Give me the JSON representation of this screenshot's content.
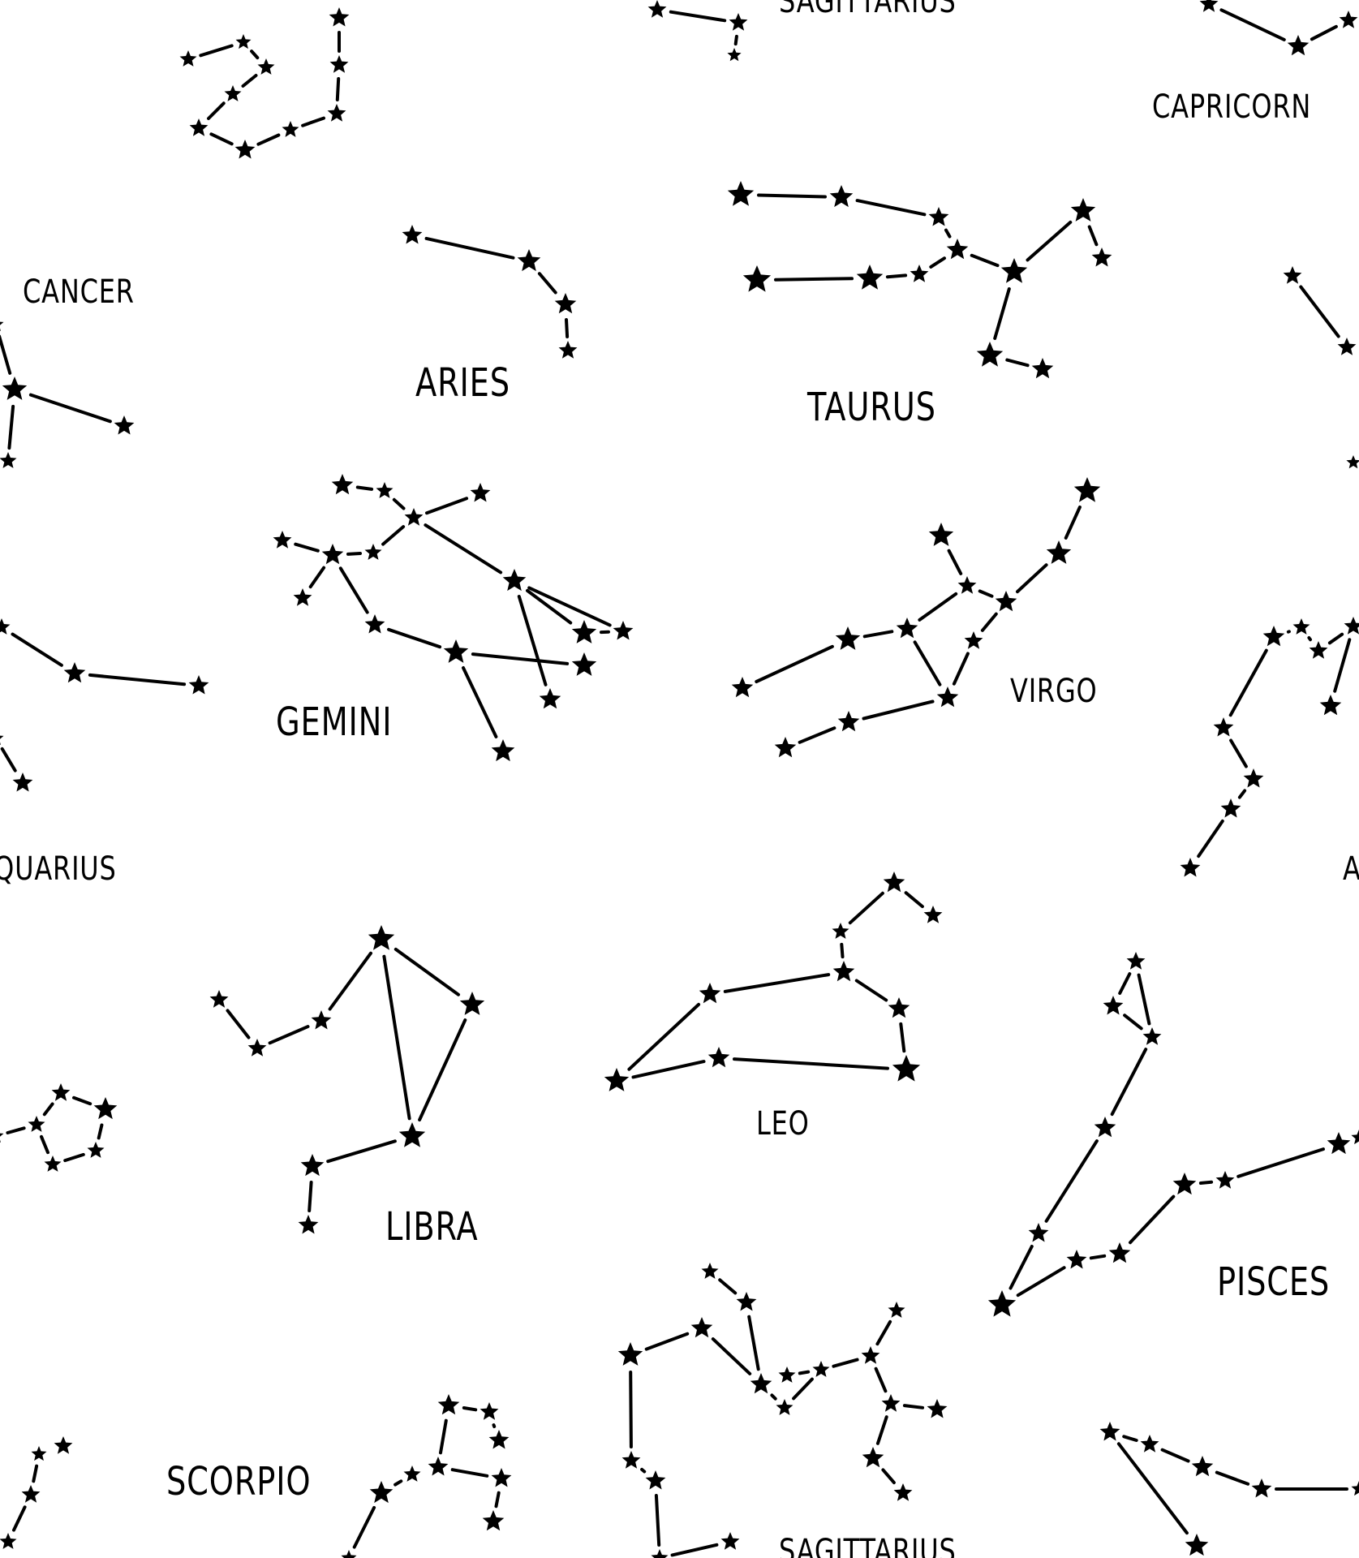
{
  "labels": {
    "sagittarius_top": "SAGITTARIUS",
    "capricorn": "CAPRICORN",
    "cancer": "CANCER",
    "aries": "ARIES",
    "taurus": "TAURUS",
    "gemini": "GEMINI",
    "virgo": "VIRGO",
    "aquarius": "AQUARIUS",
    "aquarius_right": "A",
    "leo": "LEO",
    "libra": "LIBRA",
    "pisces": "PISCES",
    "scorpio": "SCORPIO",
    "sagittarius_bottom": "SAGITTARIUS"
  },
  "style": {
    "ink": "#000000",
    "background": "#ffffff",
    "star_icon": "five-point-star-icon"
  }
}
